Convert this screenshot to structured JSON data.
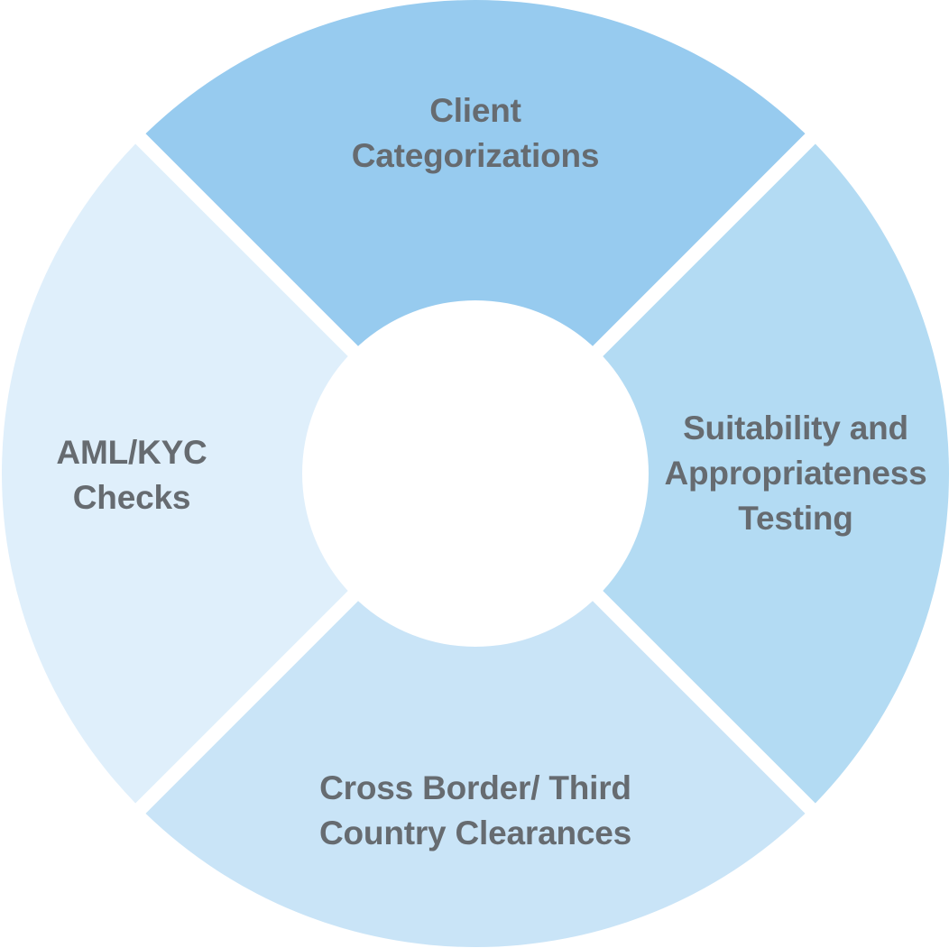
{
  "segments": [
    {
      "id": "top",
      "lines": [
        "Client",
        "Categorizations"
      ],
      "color": "#97cbef"
    },
    {
      "id": "right",
      "lines": [
        "Suitability and",
        "Appropriateness",
        "Testing"
      ],
      "color": "#b3dbf3"
    },
    {
      "id": "bottom",
      "lines": [
        "Cross Border/ Third",
        "Country Clearances"
      ],
      "color": "#c9e4f7"
    },
    {
      "id": "left",
      "lines": [
        "AML/KYC",
        "Checks"
      ],
      "color": "#dfeffb"
    }
  ],
  "text_color": "#666b70"
}
